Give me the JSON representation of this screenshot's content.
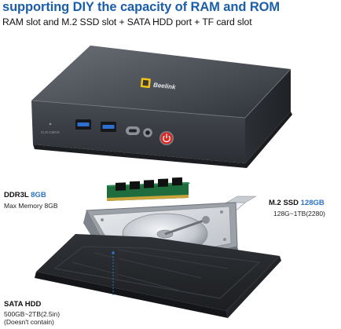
{
  "header": {
    "title": "supporting DIY the capacity of RAM and ROM",
    "subtitle": "RAM slot and M.2 SSD slot + SATA HDD port + TF card slot"
  },
  "device": {
    "brand_logo": "Beelink",
    "port_label": "CLR CMOS"
  },
  "labels": {
    "ram": {
      "name": "DDR3L ",
      "capacity": "8GB",
      "note": "Max Memory 8GB"
    },
    "ssd": {
      "name": "M.2 SSD ",
      "capacity": "128GB",
      "note": "128G~1TB(2280)"
    },
    "hdd": {
      "name": "SATA HDD",
      "note1": "500GB~2TB(2.5in)",
      "note2": "(Doesn't contain)"
    }
  },
  "colors": {
    "accent_blue": "#2a73c9",
    "headline_blue": "#1b5ea9",
    "case_dark": "#3d4248",
    "power_red": "#d92a25",
    "usb_blue": "#2f6fd0",
    "ram_green": "#1f6d3c"
  }
}
